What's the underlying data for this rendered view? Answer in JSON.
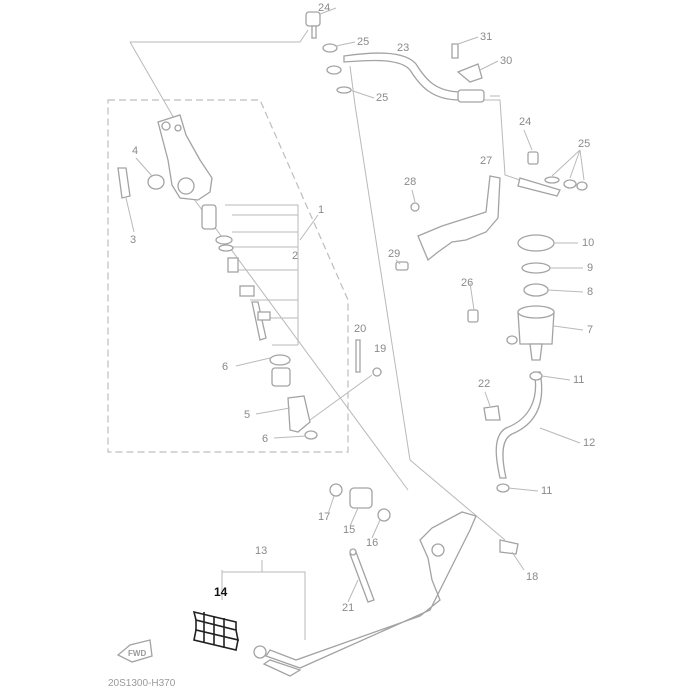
{
  "parts": {
    "p1": "1",
    "p2": "2",
    "p3": "3",
    "p4": "4",
    "p5": "5",
    "p6a": "6",
    "p6b": "6",
    "p7": "7",
    "p8": "8",
    "p9": "9",
    "p10": "10",
    "p11a": "11",
    "p11b": "11",
    "p12": "12",
    "p13": "13",
    "p14": "14",
    "p15": "15",
    "p16": "16",
    "p17": "17",
    "p18": "18",
    "p19": "19",
    "p20": "20",
    "p21": "21",
    "p22": "22",
    "p23": "23",
    "p24a": "24",
    "p24b": "24",
    "p25a": "25",
    "p25b": "25",
    "p25c": "25",
    "p26": "26",
    "p27": "27",
    "p28": "28",
    "p29": "29",
    "p30": "30",
    "p31": "31"
  },
  "highlighted_part": "14",
  "diagram_code": "20S1300-H370",
  "fwd_label": "FWD",
  "colors": {
    "line": "#b9b9b9",
    "label": "#8a8a8a",
    "highlight": "#111111"
  }
}
